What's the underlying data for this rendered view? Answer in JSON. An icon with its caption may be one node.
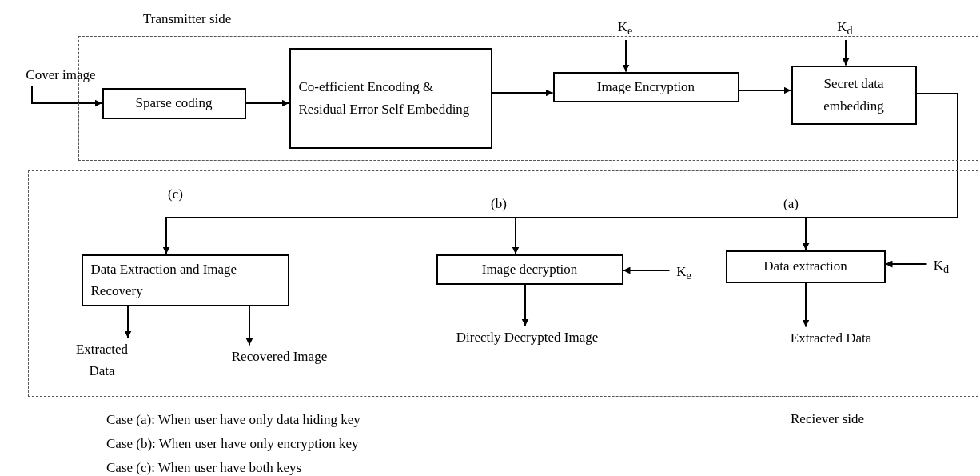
{
  "diagram": {
    "nodes": [
      {
        "text": [
          "Transmitter side"
        ]
      },
      {
        "text": [
          "Cover image"
        ]
      },
      {
        "text": [
          "Sparse coding"
        ],
        "in": 0
      },
      {
        "text": [
          "Co-efficient Encoding & Residual Error Self Embedding"
        ],
        "in": 0
      },
      {
        "text": [
          "K$_{e}$"
        ]
      },
      {
        "text": [
          "Image Encryption"
        ],
        "in": 0
      },
      {
        "text": [
          "K$_{d}$"
        ]
      },
      {
        "text": [
          "Secret data embedding"
        ],
        "in": 0
      },
      {
        "text": [
          "Reciever side"
        ]
      },
      {
        "text": [
          "Data  Extraction  and Image Recovery"
        ],
        "in": 8
      },
      {
        "text": [
          "Image decryption"
        ],
        "in": 8
      },
      {
        "text": [
          "K$_{e}$"
        ],
        "in": 8
      },
      {
        "text": [
          "Data extraction"
        ],
        "in": 8
      },
      {
        "text": [
          "K$_{d}$"
        ],
        "in": 8
      },
      {
        "text": [
          "Extracted Data"
        ],
        "in": 8
      },
      {
        "text": [
          "Recovered Image"
        ],
        "in": 8
      },
      {
        "text": [
          "Directly Decrypted Image"
        ],
        "in": 8
      },
      {
        "text": [
          "Extracted Data"
        ],
        "in": 8
      }
    ],
    "edges": [
      {
        "from": 1,
        "to": 2,
        "arrow": "to"
      },
      {
        "from": 2,
        "to": 3,
        "arrow": "to"
      },
      {
        "from": 3,
        "to": 5,
        "arrow": "to"
      },
      {
        "from": 4,
        "to": 5,
        "arrow": "to"
      },
      {
        "from": 5,
        "to": 7,
        "arrow": "to"
      },
      {
        "from": 6,
        "to": 7,
        "arrow": "to"
      },
      {
        "from": 7,
        "to": 9,
        "arrow": "to"
      },
      {
        "from": 7,
        "to": 10,
        "arrow": "to"
      },
      {
        "from": 7,
        "to": 12,
        "arrow": "to"
      },
      {
        "from": 11,
        "to": 10,
        "arrow": "to"
      },
      {
        "from": 13,
        "to": 12,
        "arrow": "to"
      },
      {
        "from": 9,
        "to": 14,
        "arrow": "to"
      },
      {
        "from": 9,
        "to": 15,
        "arrow": "to"
      },
      {
        "from": 10,
        "to": 16,
        "arrow": "to"
      },
      {
        "from": 12,
        "to": 17,
        "arrow": "to"
      }
    ],
    "labels": [
      "(c)",
      "(b)",
      "(a)",
      "Case (a):  When user have only data hiding key",
      "Case (b):  When user have only encryption key",
      "Case (c):  When user have both keys"
    ]
  }
}
